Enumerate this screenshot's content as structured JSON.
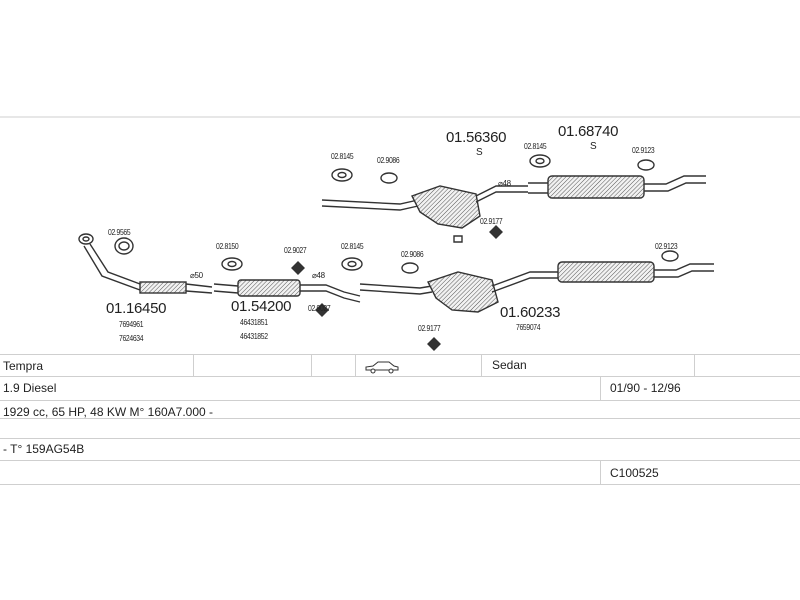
{
  "diagram": {
    "parts": [
      {
        "id": "01.16450",
        "refs": [
          "7694961",
          "7624634"
        ]
      },
      {
        "id": "01.54200",
        "refs": [
          "46431851",
          "46431852"
        ]
      },
      {
        "id": "01.56360",
        "tag": "S"
      },
      {
        "id": "01.68740",
        "tag": "S"
      },
      {
        "id": "01.60233",
        "refs": [
          "7659074"
        ]
      }
    ],
    "small_parts": [
      "02.9565",
      "02.8150",
      "02.9027",
      "02.9027",
      "02.8145",
      "02.9086",
      "02.8145",
      "02.9086",
      "02.9177",
      "02.9177",
      "02.8145",
      "02.9123",
      "02.9123"
    ],
    "diameters": [
      "⌀50",
      "⌀48",
      "⌀48"
    ]
  },
  "info": {
    "model": "Tempra",
    "body_type": "Sedan",
    "engine": "1.9 Diesel",
    "years": "01/90 - 12/96",
    "spec": "1929 cc, 65 HP, 48 KW M° 160A7.000 -",
    "type_code": "- T° 159AG54B",
    "catalog_code": "C100525"
  },
  "icons": [
    "car-icon"
  ]
}
